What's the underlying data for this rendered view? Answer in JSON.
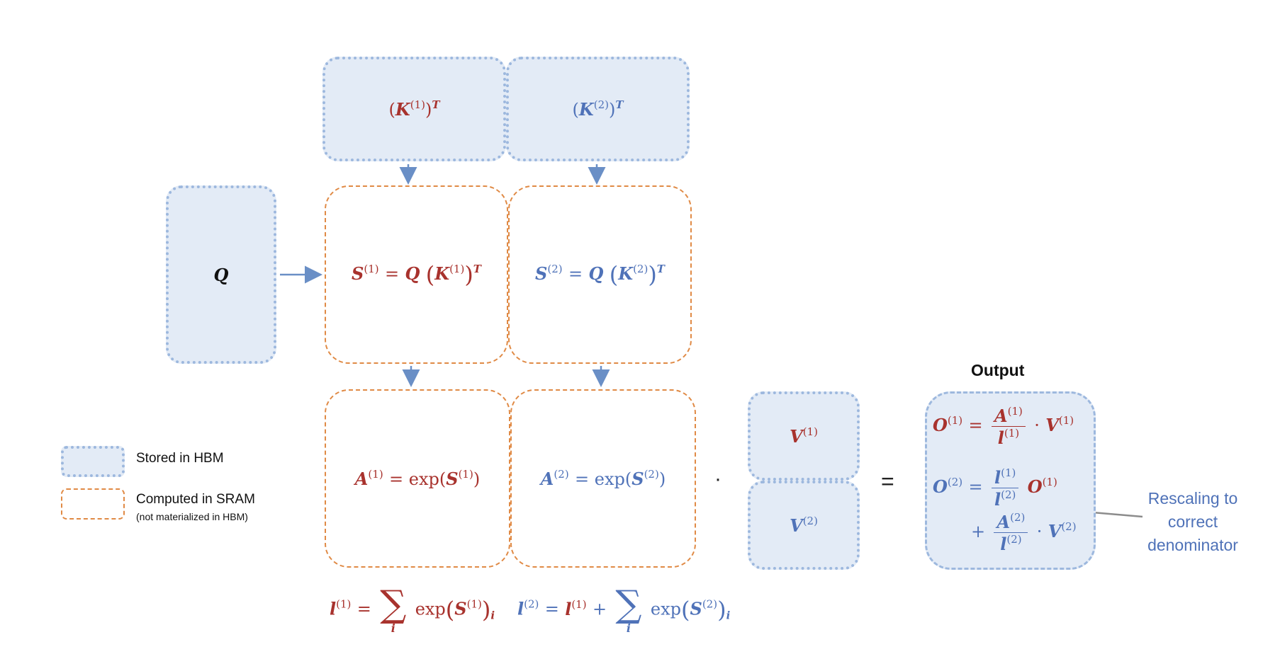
{
  "output_title": "Output",
  "annotation": {
    "text": "Rescaling to correct denominator",
    "lines": [
      "Rescaling to",
      "correct",
      "denominator"
    ]
  },
  "legend": {
    "hbm_label": "Stored in HBM",
    "sram_label": "Computed in SRAM",
    "sram_note": "(not materialized in HBM)"
  },
  "operators": {
    "dot": "·",
    "equals": "="
  },
  "colors": {
    "block1": "#a8322d",
    "block2": "#4f72b8",
    "hbm_fill": "#e3ebf6",
    "hbm_border": "#9db8de",
    "sram_border": "#e08a45"
  }
}
